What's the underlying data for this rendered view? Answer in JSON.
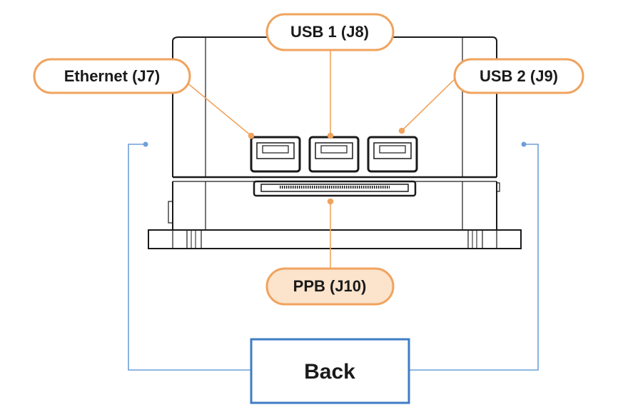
{
  "labels": {
    "usb1": "USB 1 (J8)",
    "ethernet": "Ethernet (J7)",
    "usb2": "USB 2 (J9)",
    "ppb": "PPB (J10)",
    "back": "Back"
  },
  "colors": {
    "callout_orange": "#f0a35e",
    "callout_fill": "#ffffff",
    "ppb_fill": "#fbe3cc",
    "leader_blue": "#6f9fd8",
    "back_box": "#3f7cc4",
    "device_line": "#1a1a1a"
  }
}
